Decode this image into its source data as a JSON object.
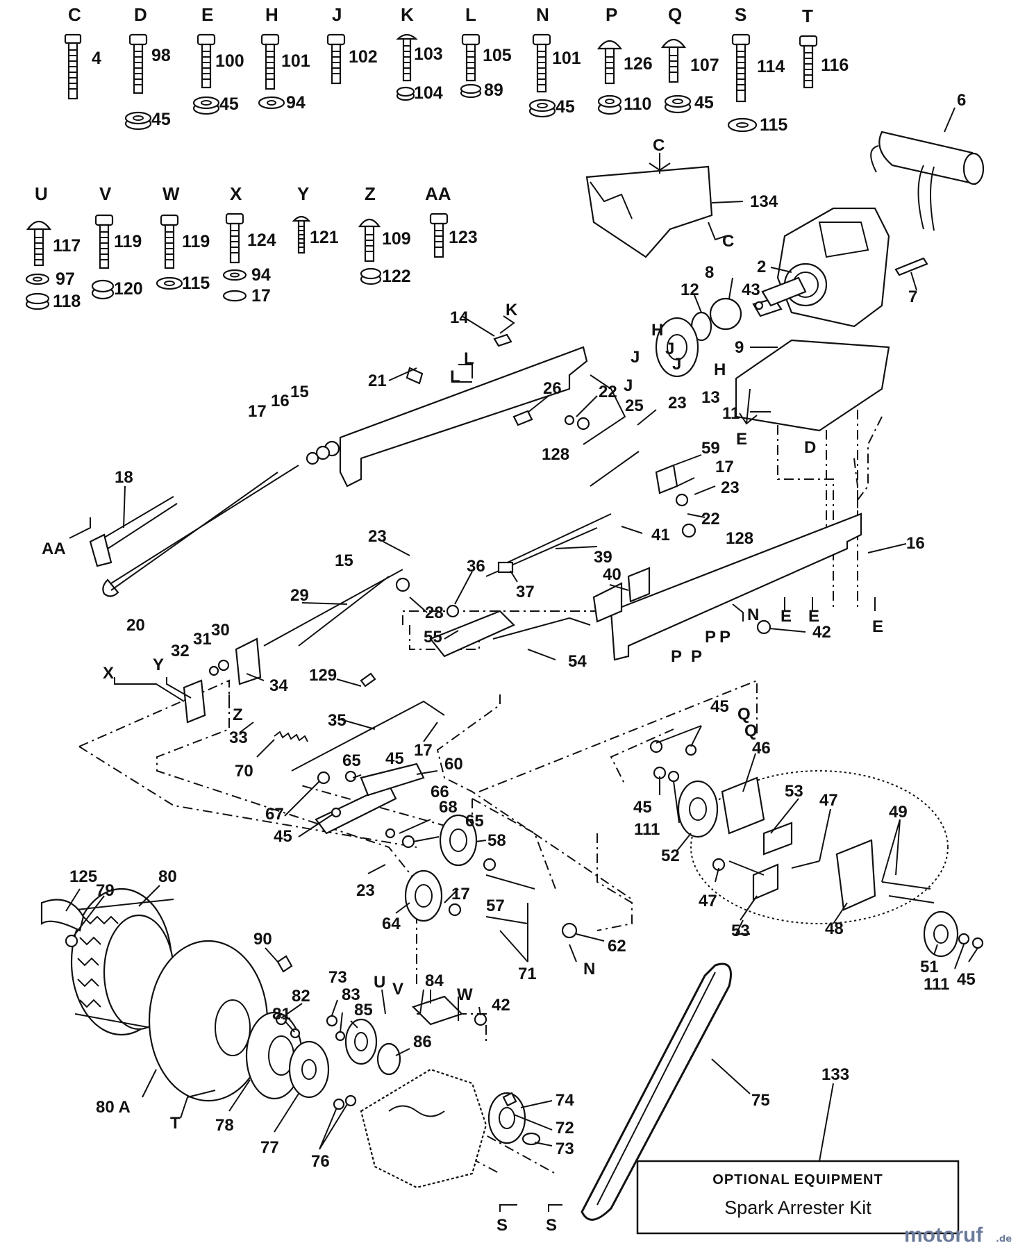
{
  "hardware_top": [
    {
      "letter": "C",
      "bolt": "4",
      "nut": ""
    },
    {
      "letter": "D",
      "bolt": "98",
      "nut": "45"
    },
    {
      "letter": "E",
      "bolt": "100",
      "nut": "45"
    },
    {
      "letter": "H",
      "bolt": "101",
      "nut": "94"
    },
    {
      "letter": "J",
      "bolt": "102",
      "nut": ""
    },
    {
      "letter": "K",
      "bolt": "103",
      "nut": "104"
    },
    {
      "letter": "L",
      "bolt": "105",
      "nut": "89"
    },
    {
      "letter": "N",
      "bolt": "101",
      "nut": "45"
    },
    {
      "letter": "P",
      "bolt": "126",
      "nut": "110"
    },
    {
      "letter": "Q",
      "bolt": "107",
      "nut": "45"
    },
    {
      "letter": "S",
      "bolt": "114",
      "nut": "115"
    },
    {
      "letter": "T",
      "bolt": "116",
      "nut": ""
    }
  ],
  "hardware_mid": [
    {
      "letter": "U",
      "bolt": "117",
      "nut": "97",
      "nut2": "118"
    },
    {
      "letter": "V",
      "bolt": "119",
      "nut": "120",
      "nut2": ""
    },
    {
      "letter": "W",
      "bolt": "119",
      "nut": "115",
      "nut2": ""
    },
    {
      "letter": "X",
      "bolt": "124",
      "nut": "94",
      "nut2": "17"
    },
    {
      "letter": "Y",
      "bolt": "121",
      "nut": "",
      "nut2": ""
    },
    {
      "letter": "Z",
      "bolt": "109",
      "nut": "122",
      "nut2": ""
    },
    {
      "letter": "AA",
      "bolt": "123",
      "nut": "",
      "nut2": ""
    }
  ],
  "callouts": [
    "134",
    "6",
    "2",
    "7",
    "8",
    "12",
    "43",
    "9",
    "13",
    "11",
    "14",
    "21",
    "26",
    "22",
    "25",
    "23",
    "59",
    "17",
    "23",
    "22",
    "128",
    "41",
    "39",
    "37",
    "36",
    "23",
    "15",
    "17",
    "16",
    "15",
    "18",
    "20",
    "29",
    "28",
    "16",
    "40",
    "42",
    "55",
    "54",
    "30",
    "31",
    "32",
    "34",
    "33",
    "129",
    "35",
    "17",
    "70",
    "60",
    "65",
    "45",
    "66",
    "68",
    "65",
    "58",
    "67",
    "45",
    "23",
    "17",
    "57",
    "64",
    "71",
    "62",
    "45",
    "46",
    "53",
    "47",
    "49",
    "45",
    "111",
    "52",
    "47",
    "53",
    "48",
    "51",
    "111",
    "45",
    "125",
    "79",
    "80",
    "90",
    "73",
    "82",
    "81",
    "83",
    "85",
    "84",
    "42",
    "86",
    "80 A",
    "78",
    "77",
    "76",
    "74",
    "72",
    "73",
    "75",
    "133",
    "128"
  ],
  "ref_letters": [
    "C",
    "C",
    "H",
    "J",
    "J",
    "J",
    "J",
    "H",
    "L",
    "L",
    "K",
    "E",
    "D",
    "AA",
    "X",
    "Y",
    "Z",
    "E",
    "E",
    "E",
    "N",
    "P",
    "P",
    "P",
    "P",
    "Q",
    "Q",
    "N",
    "U",
    "V",
    "W",
    "T",
    "S",
    "S"
  ],
  "optional_box": {
    "title": "OPTIONAL EQUIPMENT",
    "subtitle": "Spark Arrester Kit"
  },
  "watermark": "motoruf",
  "watermark_suffix": ".de"
}
